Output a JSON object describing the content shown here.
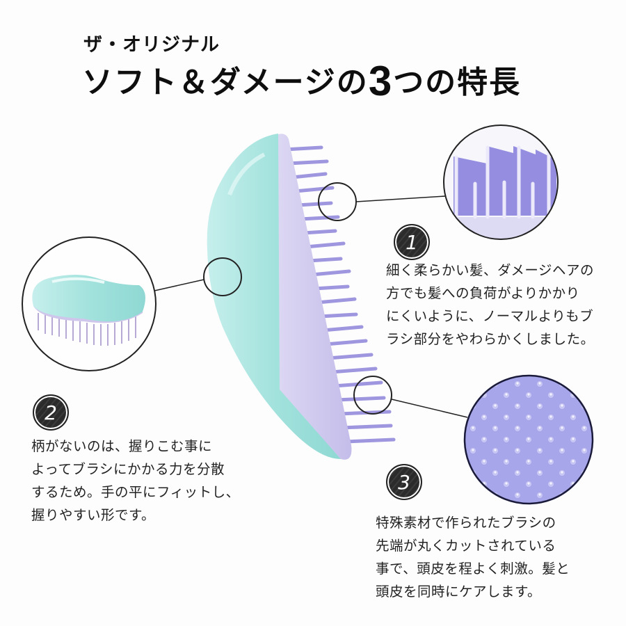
{
  "header": {
    "subtitle": "ザ・オリジナル",
    "title_pre": "ソフト＆ダメージの",
    "title_number": "3",
    "title_post": "つの特長"
  },
  "features": [
    {
      "number": "1",
      "lines": [
        "細く柔らかい髪、ダメージヘアの",
        "方でも髪への負荷がよりかかり",
        "にくいように、ノーマルよりもブ",
        "ラシ部分をやわらかくしました。"
      ]
    },
    {
      "number": "2",
      "lines": [
        "柄がないのは、握りこむ事に",
        "よってブラシにかかる力を分散",
        "するため。手の平にフィットし、",
        "握りやすい形です。"
      ]
    },
    {
      "number": "3",
      "lines": [
        "特殊素材で作られたブラシの",
        "先端が丸くカットされている",
        "事で、頭皮を程よく刺激。髪と",
        "頭皮を同時にケアします。"
      ]
    }
  ],
  "colors": {
    "mint": "#a8e4e0",
    "lavender": "#cfc8ee",
    "bristle": "#9b93dc",
    "badge": "#2b2b2b"
  }
}
